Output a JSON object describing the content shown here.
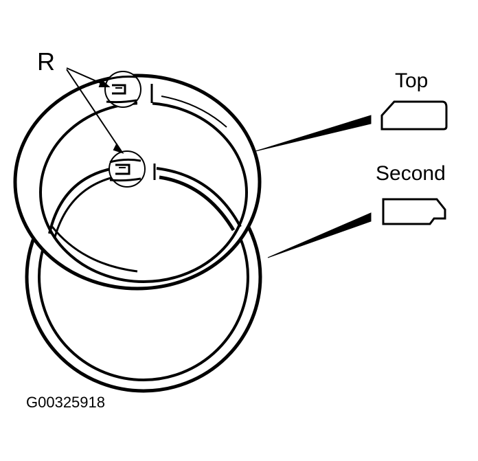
{
  "labels": {
    "r": "R",
    "top": "Top",
    "second": "Second",
    "figure_code": "G00325918"
  },
  "colors": {
    "ink": "#000000",
    "paper": "#ffffff"
  }
}
